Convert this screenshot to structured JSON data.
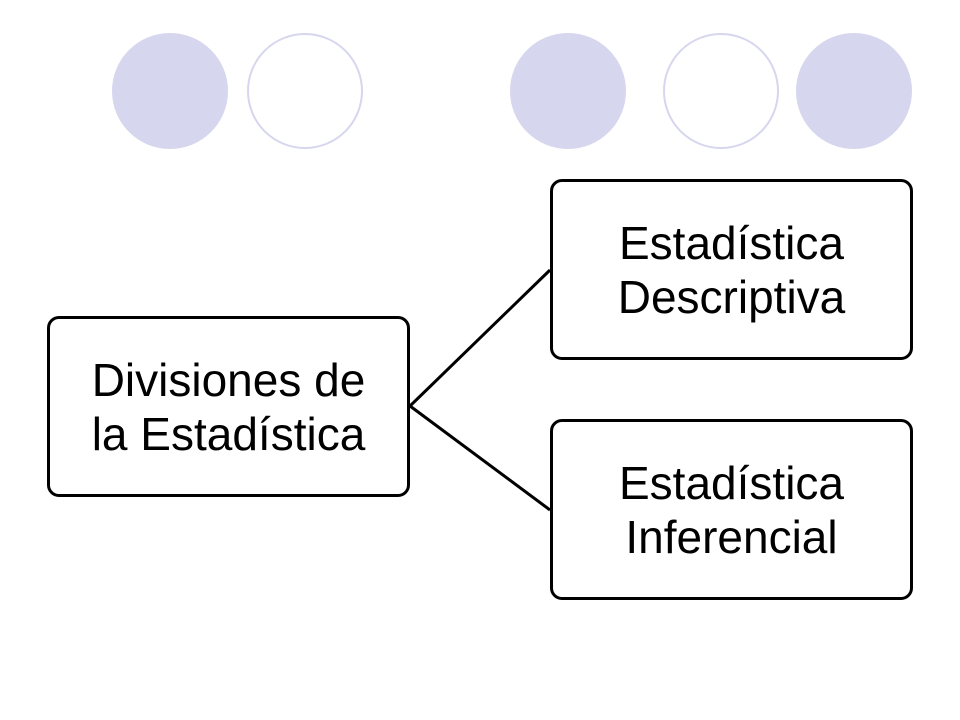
{
  "diagram": {
    "root": {
      "label_line1": "Divisiones de",
      "label_line2": "la Estadística"
    },
    "children": [
      {
        "label_line1": "Estadística",
        "label_line2": "Descriptiva"
      },
      {
        "label_line1": "Estadística",
        "label_line2": "Inferencial"
      }
    ]
  },
  "colors": {
    "decoration_circle": "#d6d6ee",
    "node_border": "#000000",
    "connector": "#000000"
  }
}
